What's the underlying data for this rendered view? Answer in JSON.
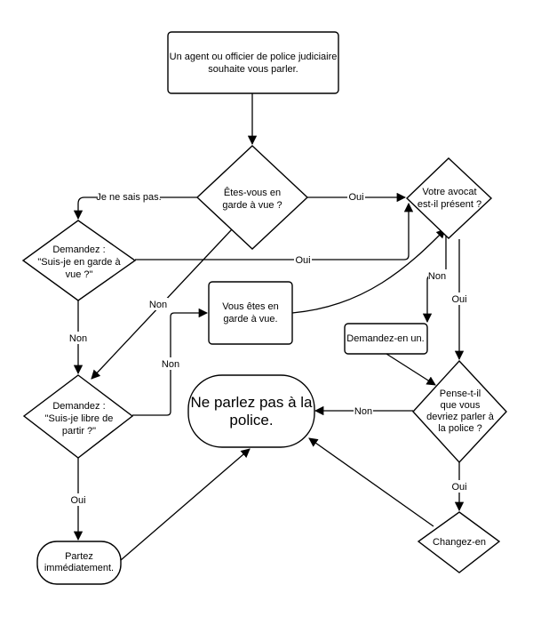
{
  "diagram": {
    "title": "",
    "nodes": {
      "start": {
        "type": "process",
        "lines": [
          "Un agent ou officier de police judiciaire",
          "souhaite vous parler."
        ]
      },
      "q_garde_a_vue": {
        "type": "decision",
        "lines": [
          "Êtes-vous en",
          "garde à vue ?"
        ]
      },
      "q_avocat": {
        "type": "decision",
        "lines": [
          "Votre avocat",
          "est-il présent ?"
        ]
      },
      "ask_garde_a_vue": {
        "type": "decision",
        "lines": [
          "Demandez :",
          "\"Suis-je en garde à",
          "vue ?\""
        ]
      },
      "vous_etes_gav": {
        "type": "process",
        "lines": [
          "Vous êtes en",
          "garde à vue."
        ]
      },
      "demandez_en_un": {
        "type": "process",
        "lines": [
          "Demandez-en un."
        ]
      },
      "ask_libre": {
        "type": "decision",
        "lines": [
          "Demandez :",
          "\"Suis-je libre de",
          "partir ?\""
        ]
      },
      "ne_parlez_pas": {
        "type": "terminal",
        "lines": [
          "Ne parlez pas à la",
          "police."
        ]
      },
      "q_pense": {
        "type": "decision",
        "lines": [
          "Pense-t-il",
          "que vous",
          "devriez parler à",
          "la police ?"
        ]
      },
      "partez": {
        "type": "terminal",
        "lines": [
          "Partez",
          "immédiatement."
        ]
      },
      "changez_en": {
        "type": "decision",
        "lines": [
          "Changez-en"
        ]
      }
    },
    "edges": [
      {
        "from": "start",
        "to": "q_garde_a_vue",
        "label": ""
      },
      {
        "from": "q_garde_a_vue",
        "to": "ask_garde_a_vue",
        "label": "Je ne sais pas."
      },
      {
        "from": "q_garde_a_vue",
        "to": "q_avocat",
        "label": "Oui"
      },
      {
        "from": "q_garde_a_vue",
        "to": "ask_libre",
        "label": "Non"
      },
      {
        "from": "ask_garde_a_vue",
        "to": "q_avocat",
        "label": "Oui"
      },
      {
        "from": "ask_garde_a_vue",
        "to": "ask_libre",
        "label": "Non"
      },
      {
        "from": "ask_libre",
        "to": "vous_etes_gav",
        "label": "Non"
      },
      {
        "from": "ask_libre",
        "to": "partez",
        "label": "Oui"
      },
      {
        "from": "vous_etes_gav",
        "to": "q_avocat",
        "label": ""
      },
      {
        "from": "q_avocat",
        "to": "demandez_en_un",
        "label": "Non"
      },
      {
        "from": "q_avocat",
        "to": "q_pense",
        "label": "Oui"
      },
      {
        "from": "demandez_en_un",
        "to": "q_pense",
        "label": ""
      },
      {
        "from": "q_pense",
        "to": "ne_parlez_pas",
        "label": "Non"
      },
      {
        "from": "q_pense",
        "to": "changez_en",
        "label": "Oui"
      },
      {
        "from": "partez",
        "to": "ne_parlez_pas",
        "label": ""
      },
      {
        "from": "changez_en",
        "to": "ne_parlez_pas",
        "label": ""
      }
    ]
  }
}
